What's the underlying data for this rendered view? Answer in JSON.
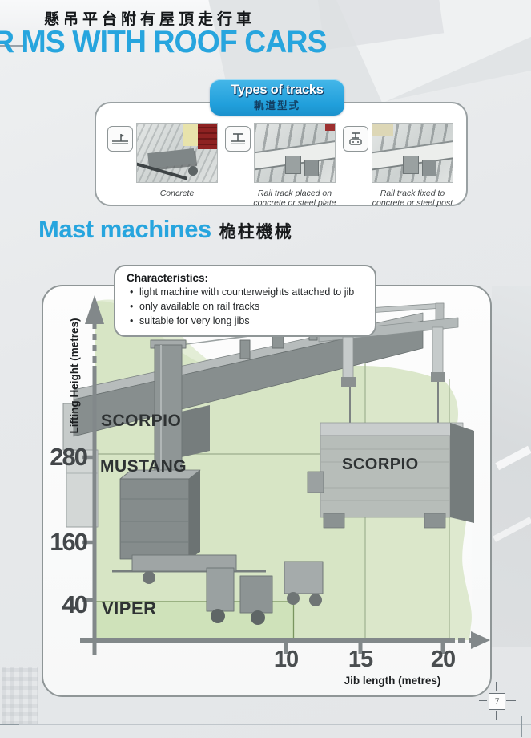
{
  "page": {
    "title_zh": "懸吊平台附有屋頂走行車",
    "title_en": "R MS WITH ROOF CARS",
    "page_number": "7"
  },
  "tracks_section": {
    "badge_title": "Types of tracks",
    "badge_subtitle_zh": "軌道型式",
    "items": [
      {
        "icon": "rail-anchor-in-concrete-icon",
        "caption": "Concrete"
      },
      {
        "icon": "rail-on-plate-cross-section-icon",
        "caption": "Rail track placed on concrete or steel plate"
      },
      {
        "icon": "rail-on-post-cross-section-icon",
        "caption": "Rail track fixed to concrete or steel post"
      }
    ]
  },
  "mast_section": {
    "heading_en": "Mast machines",
    "heading_zh": "桅柱機械",
    "characteristics": {
      "title": "Characteristics:",
      "bullets": [
        "light machine with counterweights attached to jib",
        "only available on rail tracks",
        "suitable for very long jibs"
      ]
    }
  },
  "chart_data": {
    "type": "area",
    "title": "",
    "xlabel": "Jib length (metres)",
    "ylabel": "Lifting Height (metres)",
    "x_ticks": [
      "10",
      "15",
      "20"
    ],
    "y_ticks": [
      "40",
      "160",
      "280"
    ],
    "xlim": [
      0,
      22
    ],
    "ylim": [
      0,
      320
    ],
    "grid": false,
    "legend_position": "labels-on-areas",
    "series": [
      {
        "name": "VIPER",
        "max_jib_length_m": 10,
        "max_lifting_height_m": 40
      },
      {
        "name": "MUSTANG",
        "max_jib_length_m": 15,
        "max_lifting_height_m": 280
      },
      {
        "name": "SCORPIO",
        "max_jib_length_m": 20,
        "max_lifting_height_m": 300
      }
    ],
    "area_labels": {
      "scorpio_machine": "SCORPIO",
      "mustang": "MUSTANG",
      "viper": "VIPER",
      "scorpio_platform": "SCORPIO"
    }
  },
  "colors": {
    "accent_cyan": "#27a5de",
    "badge_blue": "#219fdb",
    "badge_text_dark": "#123f63",
    "range_green": "#d7e5c5",
    "viper_green": "#cfe2ba",
    "axis_gray": "#82888a",
    "panel_border": "#8f9697"
  }
}
